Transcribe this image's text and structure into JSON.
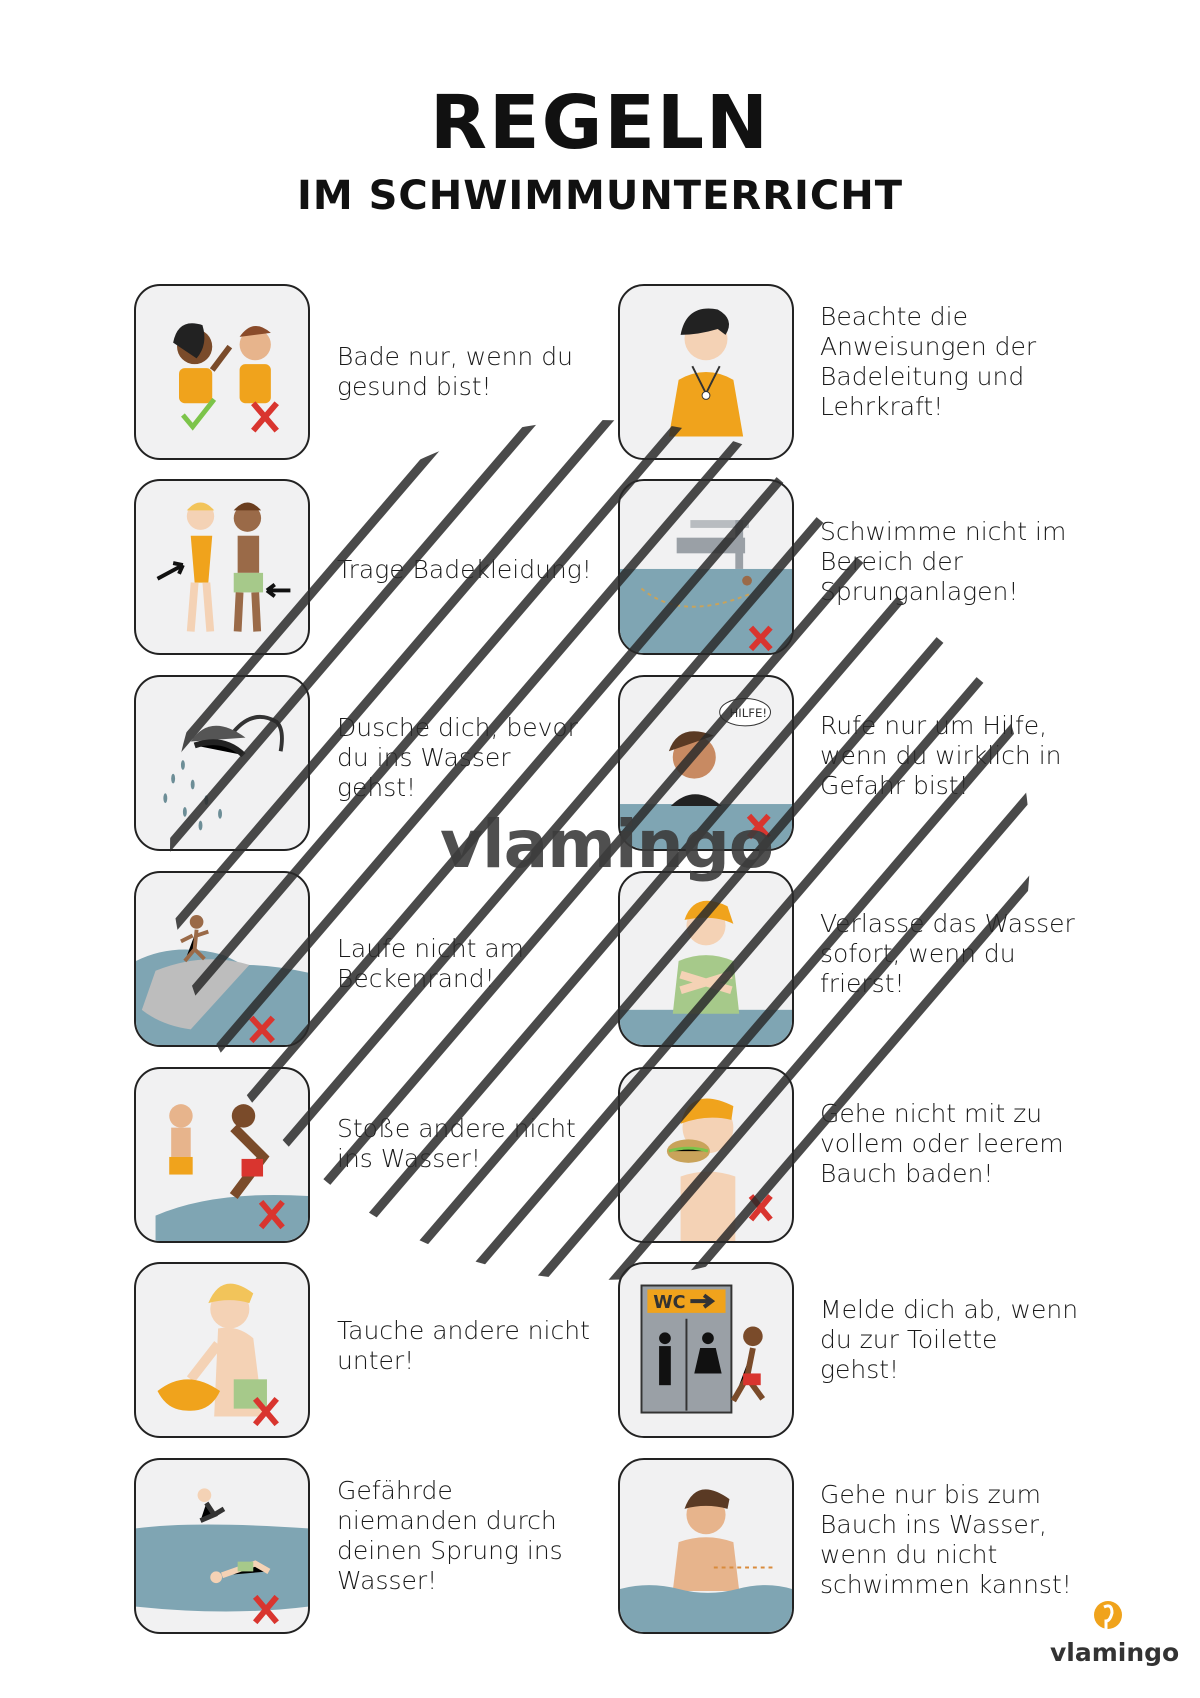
{
  "header": {
    "title": "REGELN",
    "subtitle": "IM SCHWIMMUNTERRICHT"
  },
  "rules": [
    {
      "id": "healthy",
      "icon": "healthy-kids-icon",
      "text": "Bade nur, wenn du gesund bist!"
    },
    {
      "id": "instructions",
      "icon": "lifeguard-icon",
      "text": "Beachte die Anweisungen der Badeleitung und Lehrkraft!"
    },
    {
      "id": "swimwear",
      "icon": "swimwear-icon",
      "text": "Trage Badekleidung!"
    },
    {
      "id": "diving-area",
      "icon": "diving-board-icon",
      "text": "Schwimme nicht im Bereich der Sprunganlagen!"
    },
    {
      "id": "shower",
      "icon": "shower-icon",
      "text": "Dusche dich, bevor du ins Wasser gehst!"
    },
    {
      "id": "help",
      "icon": "help-call-icon",
      "text": "Rufe nur um Hilfe, wenn du wirklich in Gefahr bist!"
    },
    {
      "id": "no-running",
      "icon": "running-icon",
      "text": "Laufe nicht am Beckenrand!"
    },
    {
      "id": "freezing",
      "icon": "freezing-icon",
      "text": "Verlasse das Wasser sofort, wenn du frierst!"
    },
    {
      "id": "no-pushing",
      "icon": "pushing-icon",
      "text": "Stoße andere nicht ins Wasser!"
    },
    {
      "id": "stomach",
      "icon": "eating-icon",
      "text": "Gehe nicht mit zu vollem oder leerem Bauch baden!"
    },
    {
      "id": "no-dunking",
      "icon": "dunking-icon",
      "text": "Tauche andere nicht unter!"
    },
    {
      "id": "toilet",
      "icon": "toilet-icon",
      "text": "Melde dich ab, wenn du zur Toilette gehst!"
    },
    {
      "id": "jump-safety",
      "icon": "jumping-icon",
      "text": "Gefährde niemanden durch deinen Sprung ins Wasser!"
    },
    {
      "id": "non-swimmer",
      "icon": "wading-icon",
      "text": "Gehe nur bis zum Bauch ins Wasser, wenn du nicht schwimmen kannst!"
    }
  ],
  "watermark": {
    "text": "vlamingo"
  },
  "brand": {
    "name": "vlamingo",
    "accent": "#f0a31c"
  },
  "colors": {
    "accent": "#f0a31c",
    "cross": "#d9352f",
    "check": "#7cc44a",
    "water": "#7fa5b3",
    "card_bg": "#f1f1f2"
  },
  "wc_sign": "WC"
}
